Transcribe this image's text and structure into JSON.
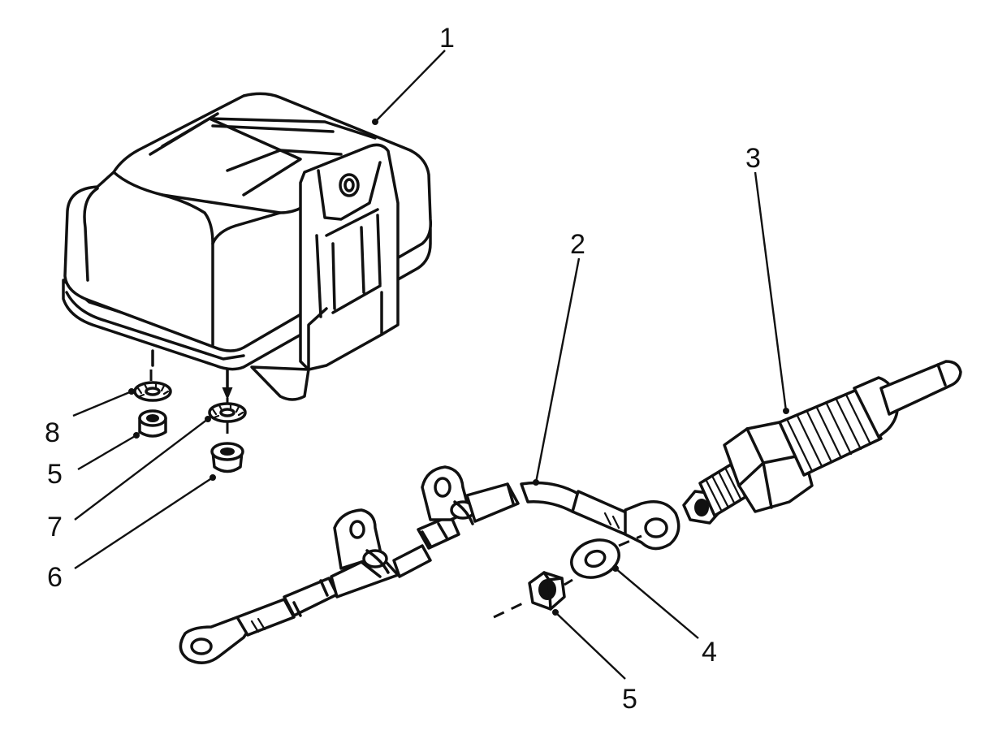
{
  "diagram": {
    "callouts": [
      {
        "id": "c1",
        "label": "1"
      },
      {
        "id": "c2",
        "label": "2"
      },
      {
        "id": "c3",
        "label": "3"
      },
      {
        "id": "c4",
        "label": "4"
      },
      {
        "id": "c5a",
        "label": "5"
      },
      {
        "id": "c5b",
        "label": "5"
      },
      {
        "id": "c6",
        "label": "6"
      },
      {
        "id": "c7",
        "label": "7"
      },
      {
        "id": "c8",
        "label": "8"
      }
    ]
  }
}
